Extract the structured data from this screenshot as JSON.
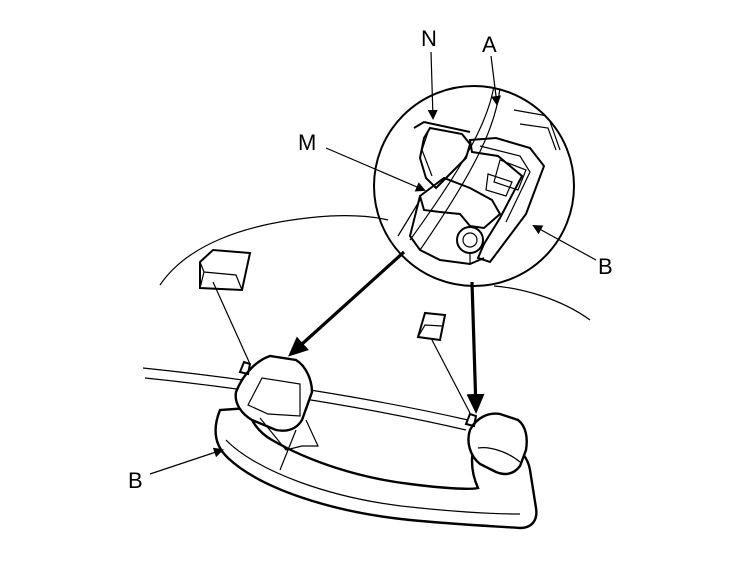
{
  "labels": {
    "n": "N",
    "a": "A",
    "m": "M",
    "b_detail": "B",
    "b_handle": "B"
  },
  "colors": {
    "line": "#000000",
    "background": "#ffffff"
  }
}
